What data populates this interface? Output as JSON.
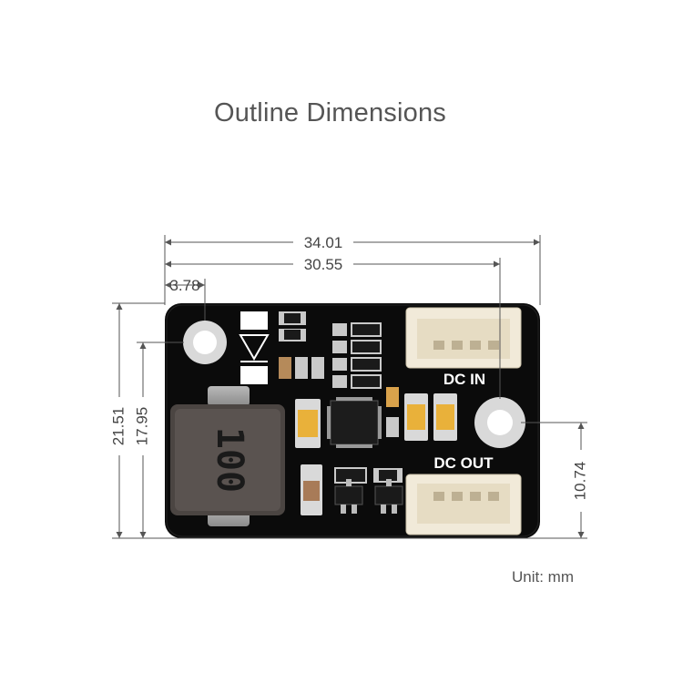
{
  "title": "Outline Dimensions",
  "unit_label": "Unit: mm",
  "dimensions": {
    "overall_width": "34.01",
    "hole_spacing": "30.55",
    "hole_offset": "3.78",
    "overall_height": "21.51",
    "hole_height": "17.95",
    "connector_height": "10.74"
  },
  "board": {
    "dc_in_label": "DC IN",
    "dc_out_label": "DC OUT",
    "inductor_marking": "100"
  },
  "colors": {
    "pcb": "#0b0b0b",
    "connector": "#f1ead9",
    "capacitor": "#e9b13a",
    "dimension_line": "#555555"
  }
}
